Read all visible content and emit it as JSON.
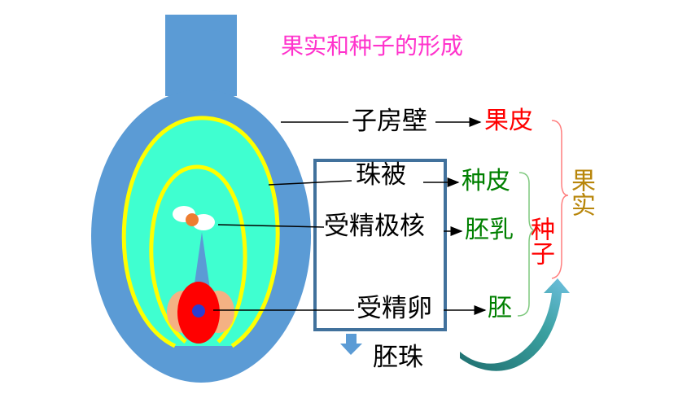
{
  "title": "果实和种子的形成",
  "labels": {
    "ovary_wall": "子房壁",
    "integument": "珠被",
    "fertilized_polar_nuclei": "受精极核",
    "fertilized_egg": "受精卵",
    "ovule": "胚珠"
  },
  "results": {
    "pericarp": "果皮",
    "seed_coat": "种皮",
    "endosperm": "胚乳",
    "embryo": "胚"
  },
  "groups": {
    "seed": "种子",
    "fruit": "果实"
  },
  "colors": {
    "title": "#ff33cc",
    "ovary": "#5b9bd5",
    "ovule_inner": "#3fffd0",
    "integument_line": "#ffff00",
    "egg": "#ff0000",
    "result_red": "#ff0000",
    "result_green": "#008000",
    "fruit_label": "#b8860b",
    "ovule_box": "#41719c",
    "curved_arrow": "#2e8b8b"
  }
}
